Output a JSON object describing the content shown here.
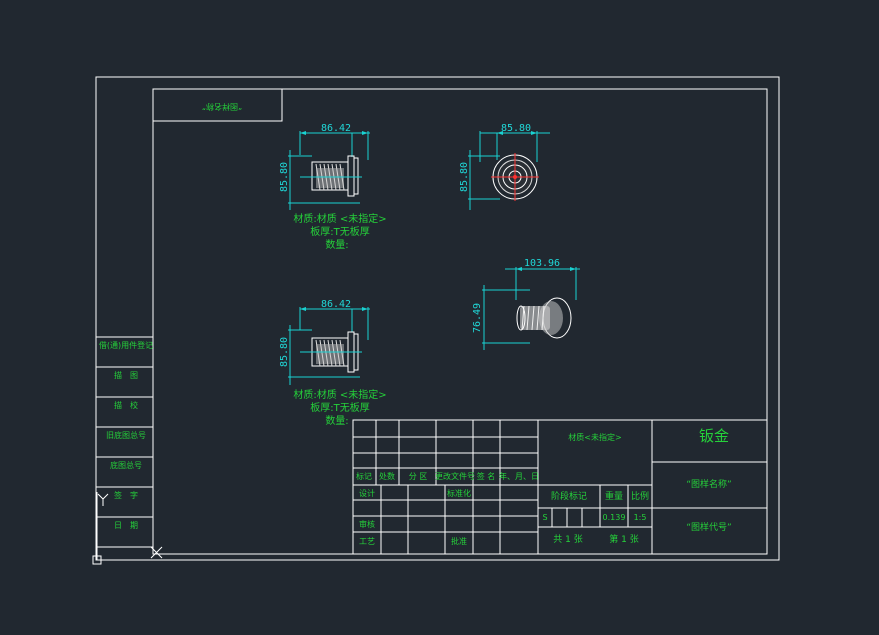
{
  "drawing": {
    "title_stamp": "“图样名称”",
    "views": [
      {
        "id": "front",
        "dim_top": "86.42",
        "dim_left": "85.80"
      },
      {
        "id": "side",
        "dim_top": "85.80",
        "dim_left": "85.80"
      },
      {
        "id": "iso",
        "dim_top": "103.96",
        "dim_left": "76.49"
      },
      {
        "id": "bottom",
        "dim_top": "86.42",
        "dim_left": "85.80"
      }
    ],
    "notes_1": [
      "材质:材质 <未指定>",
      "板厚:T无板厚",
      "数量:"
    ],
    "notes_2": [
      "材质:材质 <未指定>",
      "板厚:T无板厚",
      "数量:"
    ]
  },
  "side_table": [
    "借(通)用件登记",
    "描　图",
    "描　校",
    "旧底图总号",
    "底图总号",
    "签　字",
    "日　期"
  ],
  "title_block": {
    "material": "材质<未指定>",
    "part_title": "钣金",
    "drawing_name": "“图样名称”",
    "drawing_code": "“图样代号”",
    "header_cells": [
      "标记",
      "处数",
      "分 区",
      "更改文件号",
      "签 名",
      "年、月、日"
    ],
    "row_design": "设计",
    "row_standard": "标准化",
    "row_review": "审核",
    "row_process": "工艺",
    "row_approve": "批准",
    "stage_label": "阶段标记",
    "weight_label": "重量",
    "scale_label": "比例",
    "stage_value": "S",
    "weight_value": "0.139",
    "scale_value": "1:5",
    "sheets_total": "共 1 张",
    "sheet_number": "第 1 张"
  }
}
